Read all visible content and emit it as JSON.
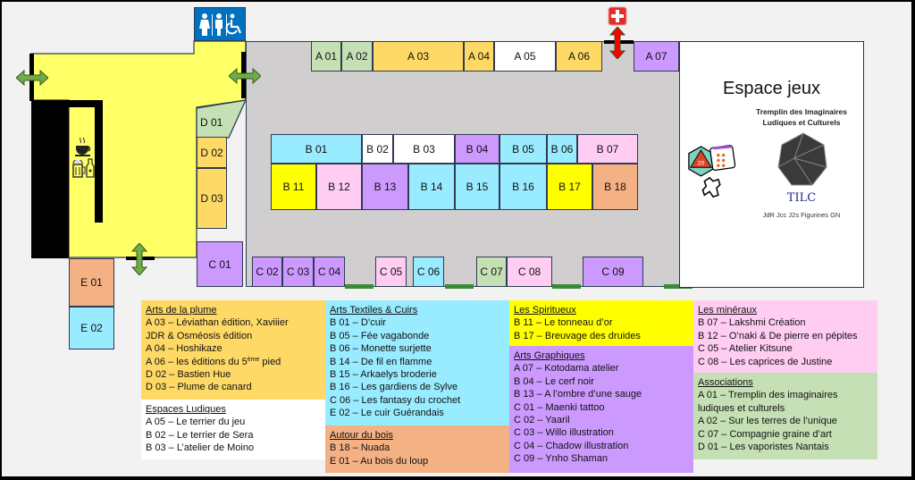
{
  "map": {
    "play_area_title": "Espace jeux",
    "logo": {
      "arc_text": "Tremplin des Imaginaires Ludiques et Culturels",
      "acronym": "TILC",
      "subtitle": "JdR Jcc J2s Figurines GN",
      "dice_number": "20"
    },
    "icons": [
      "toilets-icon",
      "wheelchair-icon",
      "first-aid-icon",
      "coffee-icon",
      "beer-icon",
      "bottle-icon",
      "door-arrow-icon"
    ]
  },
  "colors": {
    "plume": "#ffd966",
    "ludiques": "#ffffff",
    "textiles": "#99ebff",
    "bois": "#f4b183",
    "spiritueux": "#ffff00",
    "graphiques": "#cc99ff",
    "mineraux": "#ffccf2",
    "associations": "#c5e0b4",
    "hall": "#d0cece",
    "buvette": "#ffff66",
    "toilets": "#0070c0",
    "door_arrow": "#70ad47",
    "first_aid": "#e0302c"
  },
  "booths": [
    {
      "id": "A 01",
      "cat": "associations"
    },
    {
      "id": "A 02",
      "cat": "associations"
    },
    {
      "id": "A 03",
      "cat": "plume"
    },
    {
      "id": "A 04",
      "cat": "plume"
    },
    {
      "id": "A 05",
      "cat": "ludiques"
    },
    {
      "id": "A 06",
      "cat": "plume"
    },
    {
      "id": "A 07",
      "cat": "graphiques"
    },
    {
      "id": "B 01",
      "cat": "textiles"
    },
    {
      "id": "B 02",
      "cat": "ludiques"
    },
    {
      "id": "B 03",
      "cat": "ludiques"
    },
    {
      "id": "B 04",
      "cat": "graphiques"
    },
    {
      "id": "B 05",
      "cat": "textiles"
    },
    {
      "id": "B 06",
      "cat": "textiles"
    },
    {
      "id": "B 07",
      "cat": "mineraux"
    },
    {
      "id": "B 11",
      "cat": "spiritueux"
    },
    {
      "id": "B 12",
      "cat": "mineraux"
    },
    {
      "id": "B 13",
      "cat": "graphiques"
    },
    {
      "id": "B 14",
      "cat": "textiles"
    },
    {
      "id": "B 15",
      "cat": "textiles"
    },
    {
      "id": "B 16",
      "cat": "textiles"
    },
    {
      "id": "B 17",
      "cat": "spiritueux"
    },
    {
      "id": "B 18",
      "cat": "bois"
    },
    {
      "id": "C 01",
      "cat": "graphiques"
    },
    {
      "id": "C 02",
      "cat": "graphiques"
    },
    {
      "id": "C 03",
      "cat": "graphiques"
    },
    {
      "id": "C 04",
      "cat": "graphiques"
    },
    {
      "id": "C 05",
      "cat": "mineraux"
    },
    {
      "id": "C 06",
      "cat": "textiles"
    },
    {
      "id": "C 07",
      "cat": "associations"
    },
    {
      "id": "C 08",
      "cat": "mineraux"
    },
    {
      "id": "C 09",
      "cat": "graphiques"
    },
    {
      "id": "D 01",
      "cat": "associations"
    },
    {
      "id": "D 02",
      "cat": "plume"
    },
    {
      "id": "D 03",
      "cat": "plume"
    },
    {
      "id": "E 01",
      "cat": "bois"
    },
    {
      "id": "E 02",
      "cat": "textiles"
    }
  ],
  "legend": [
    {
      "key": "plume",
      "title": "Arts de la plume",
      "items": [
        "A 03 – Léviathan édition, Xaviiier",
        "JDR & Osméosis édition",
        "A 04 – Hoshikaze",
        [
          "A 06 – les éditions du 5",
          "ème",
          " pied"
        ],
        "D 02 – Bastien Hue",
        "D 03 – Plume de canard"
      ]
    },
    {
      "key": "ludiques",
      "title": "Espaces Ludiques",
      "items": [
        "A 05 – Le terrier du jeu",
        "B 02 – Le terrier de Sera",
        "B 03 – L’atelier de Moino"
      ]
    },
    {
      "key": "textiles",
      "title": "Arts Textiles & Cuirs",
      "items": [
        "B 01 – D’cuir",
        "B 05 – Fée vagabonde",
        "B 06 – Monette surjette",
        "B 14 – De fil en flamme",
        "B 15 – Arkaelys broderie",
        "B 16 – Les gardiens de Sylve",
        "C 06 – Les fantasy du crochet",
        "E 02 – Le cuir Guérandais"
      ]
    },
    {
      "key": "bois",
      "title": "Autour du bois",
      "items": [
        "B 18 – Nuada",
        "E 01 – Au bois du loup"
      ]
    },
    {
      "key": "spiritueux",
      "title": "Les Spiritueux",
      "items": [
        "B 11 – Le tonneau d’or",
        "B 17 – Breuvage des druides"
      ]
    },
    {
      "key": "graphiques",
      "title": "Arts Graphiques",
      "items": [
        "A 07 – Kotodama atelier",
        "B 04 – Le cerf noir",
        "B 13 – A l’ombre d’une sauge",
        "C 01 – Maenki tattoo",
        "C 02 – Yaaril",
        "C 03 – Willo illustration",
        "C 04 – Chadow illustration",
        "C 09 – Ynho Shaman"
      ]
    },
    {
      "key": "mineraux",
      "title": "Les minéraux",
      "items": [
        "B 07 – Lakshmi Création",
        "B 12 – O’naki & De pierre en pépites",
        "C 05 – Atelier Kitsune",
        "C 08 – Les caprices de Justine"
      ]
    },
    {
      "key": "associations",
      "title": "Associations",
      "items": [
        "A 01 – Tremplin des imaginaires",
        "ludiques et culturels",
        "A 02 – Sur les terres de l’unique",
        "C 07 – Compagnie graine d’art",
        "D 01 – Les vaporistes Nantais"
      ]
    }
  ]
}
